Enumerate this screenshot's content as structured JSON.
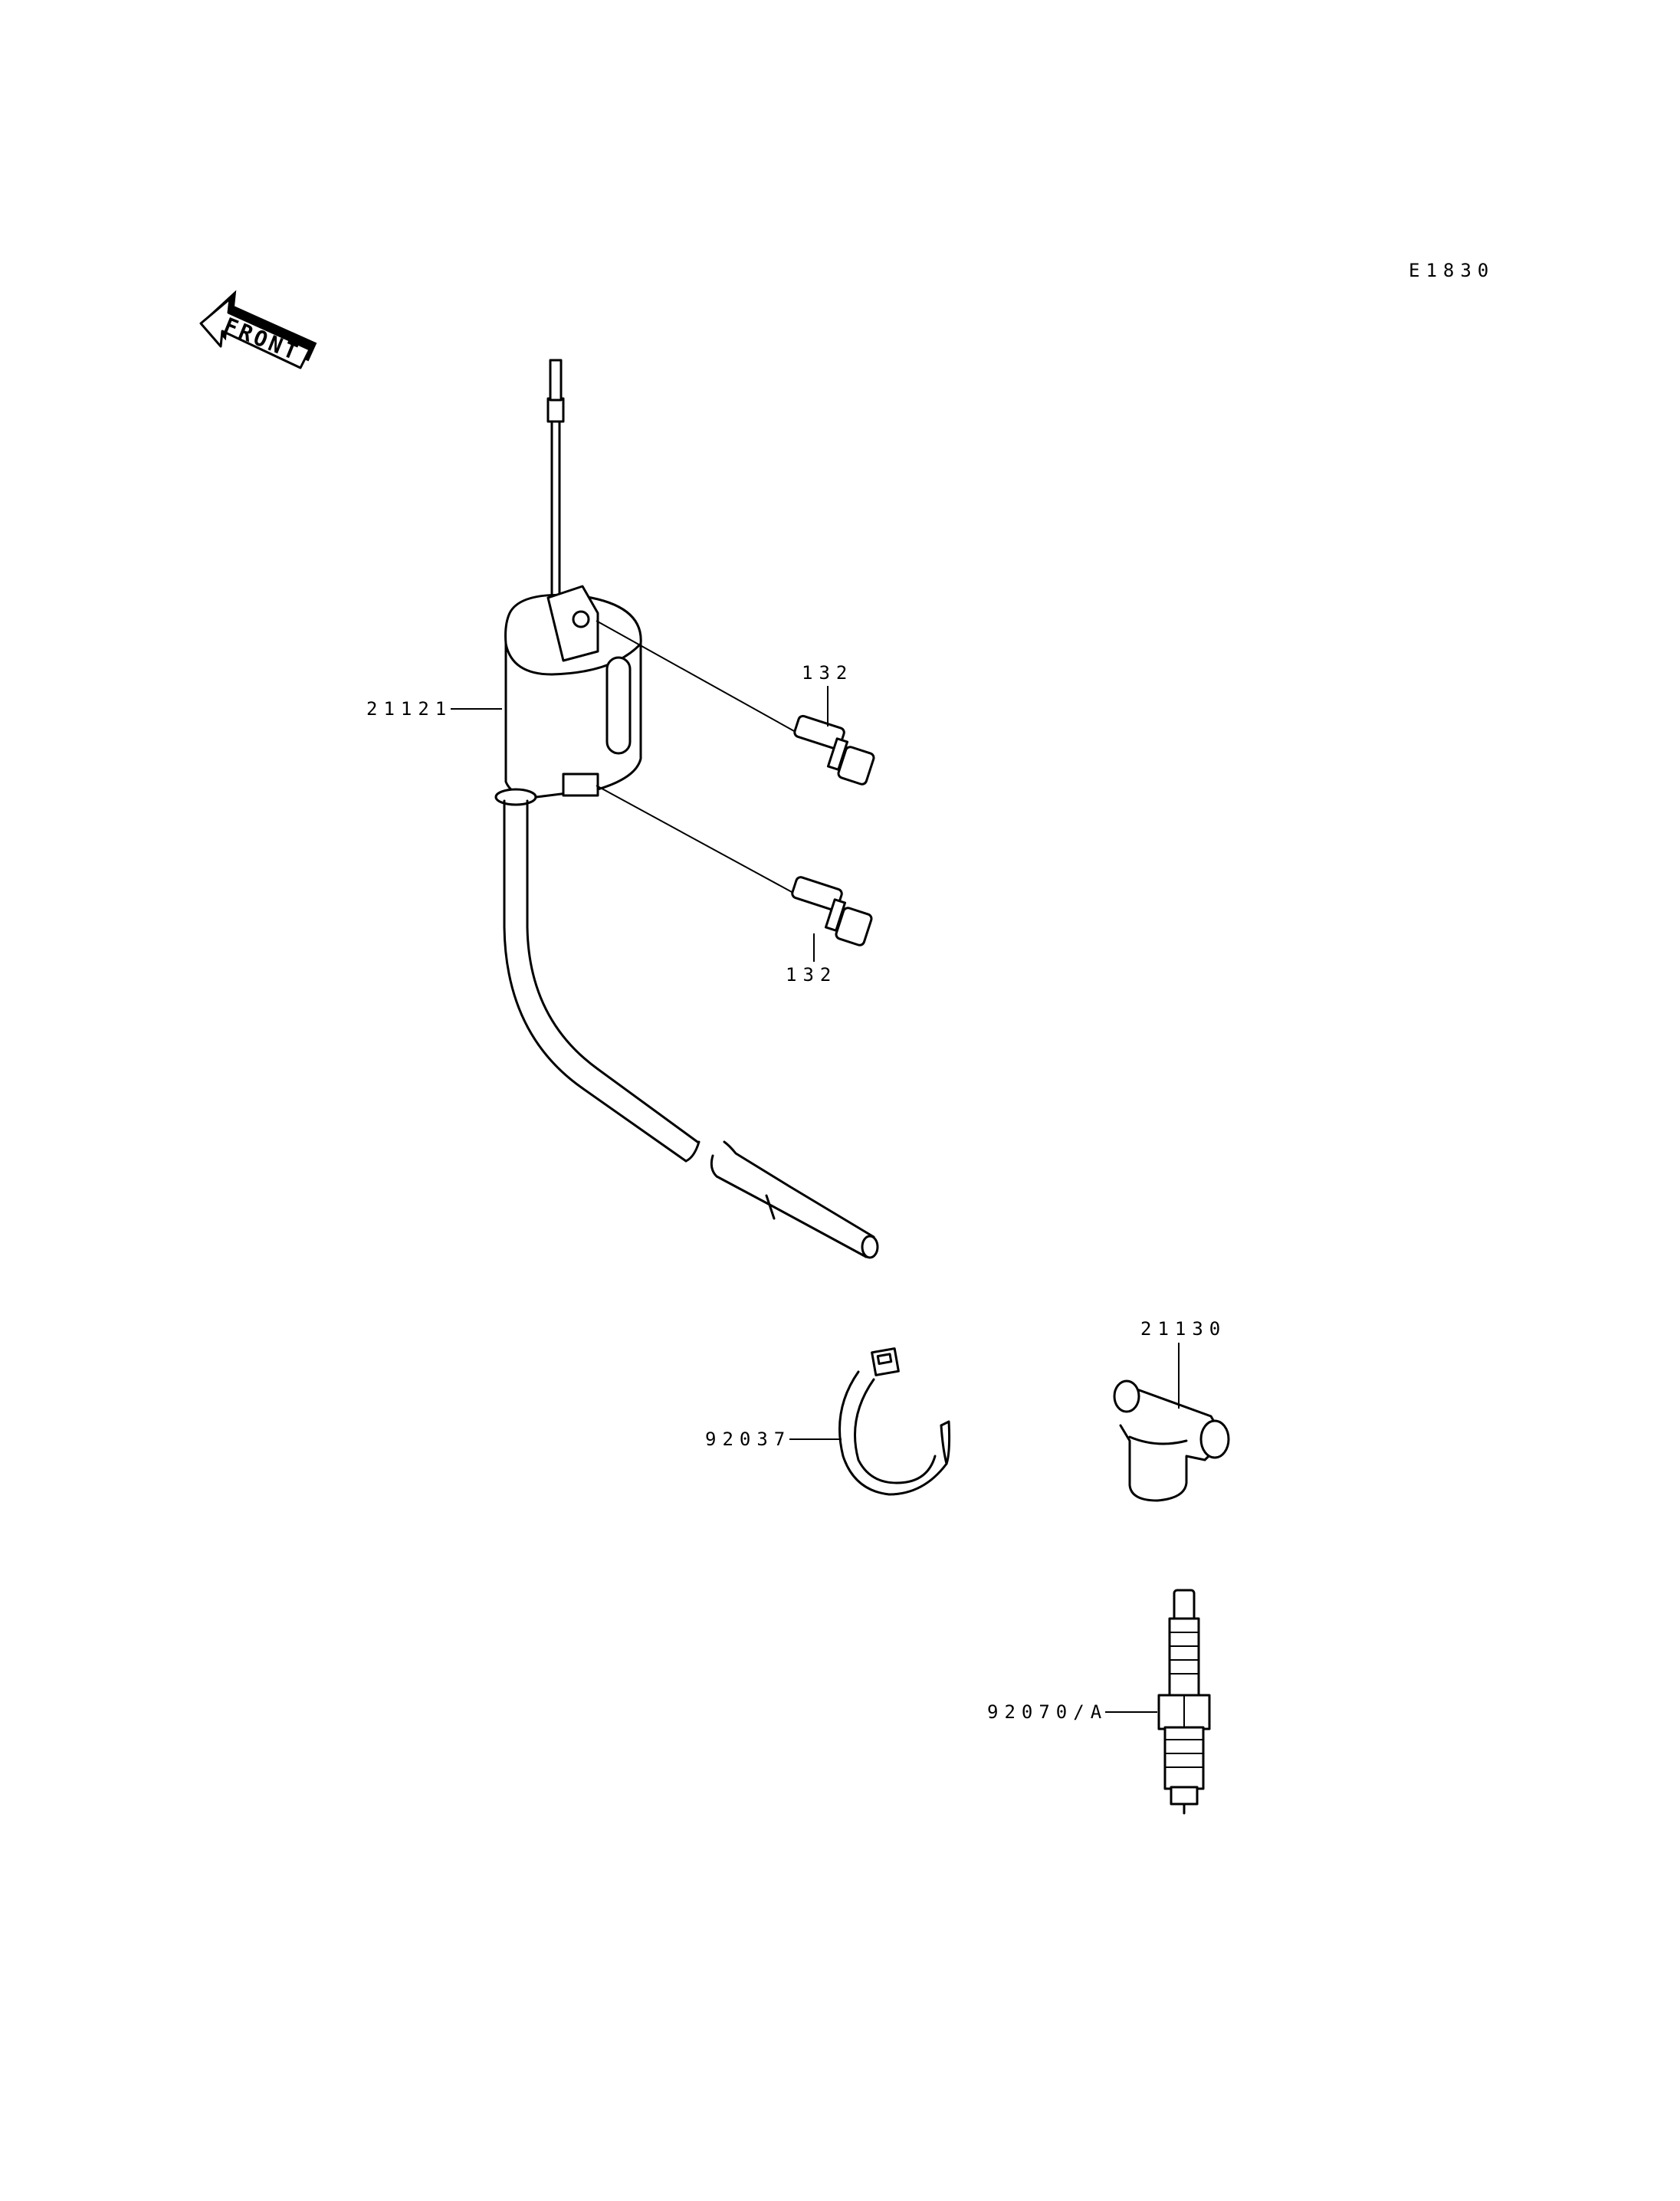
{
  "diagram": {
    "code": "E1830",
    "front_label": "FRONT",
    "parts": [
      {
        "number": "21121"
      },
      {
        "number": "132"
      },
      {
        "number": "132"
      },
      {
        "number": "92037"
      },
      {
        "number": "21130"
      },
      {
        "number": "92070/A"
      }
    ]
  }
}
